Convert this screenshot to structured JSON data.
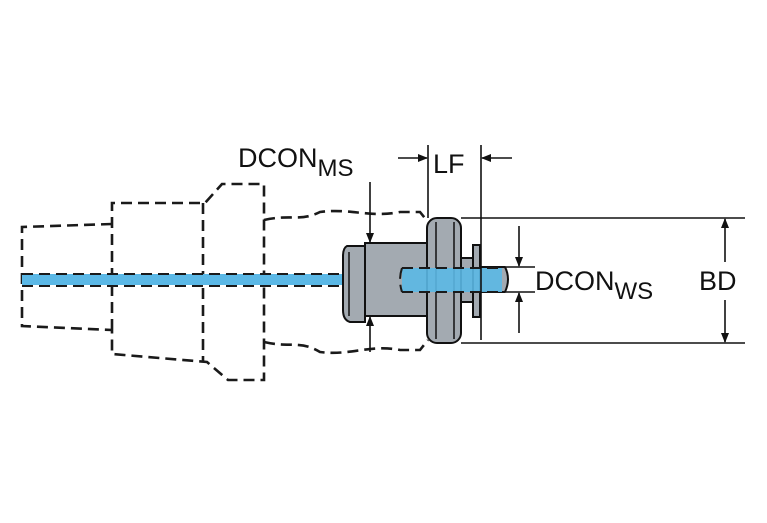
{
  "labels": {
    "dcon_ms_main": "DCON",
    "dcon_ms_sub": "MS",
    "lf": "LF",
    "dcon_ws_main": "DCON",
    "dcon_ws_sub": "WS",
    "bd": "BD"
  },
  "colors": {
    "coolant": "#5bb8e6",
    "part_fill": "#a3aab1",
    "line": "#111111"
  }
}
